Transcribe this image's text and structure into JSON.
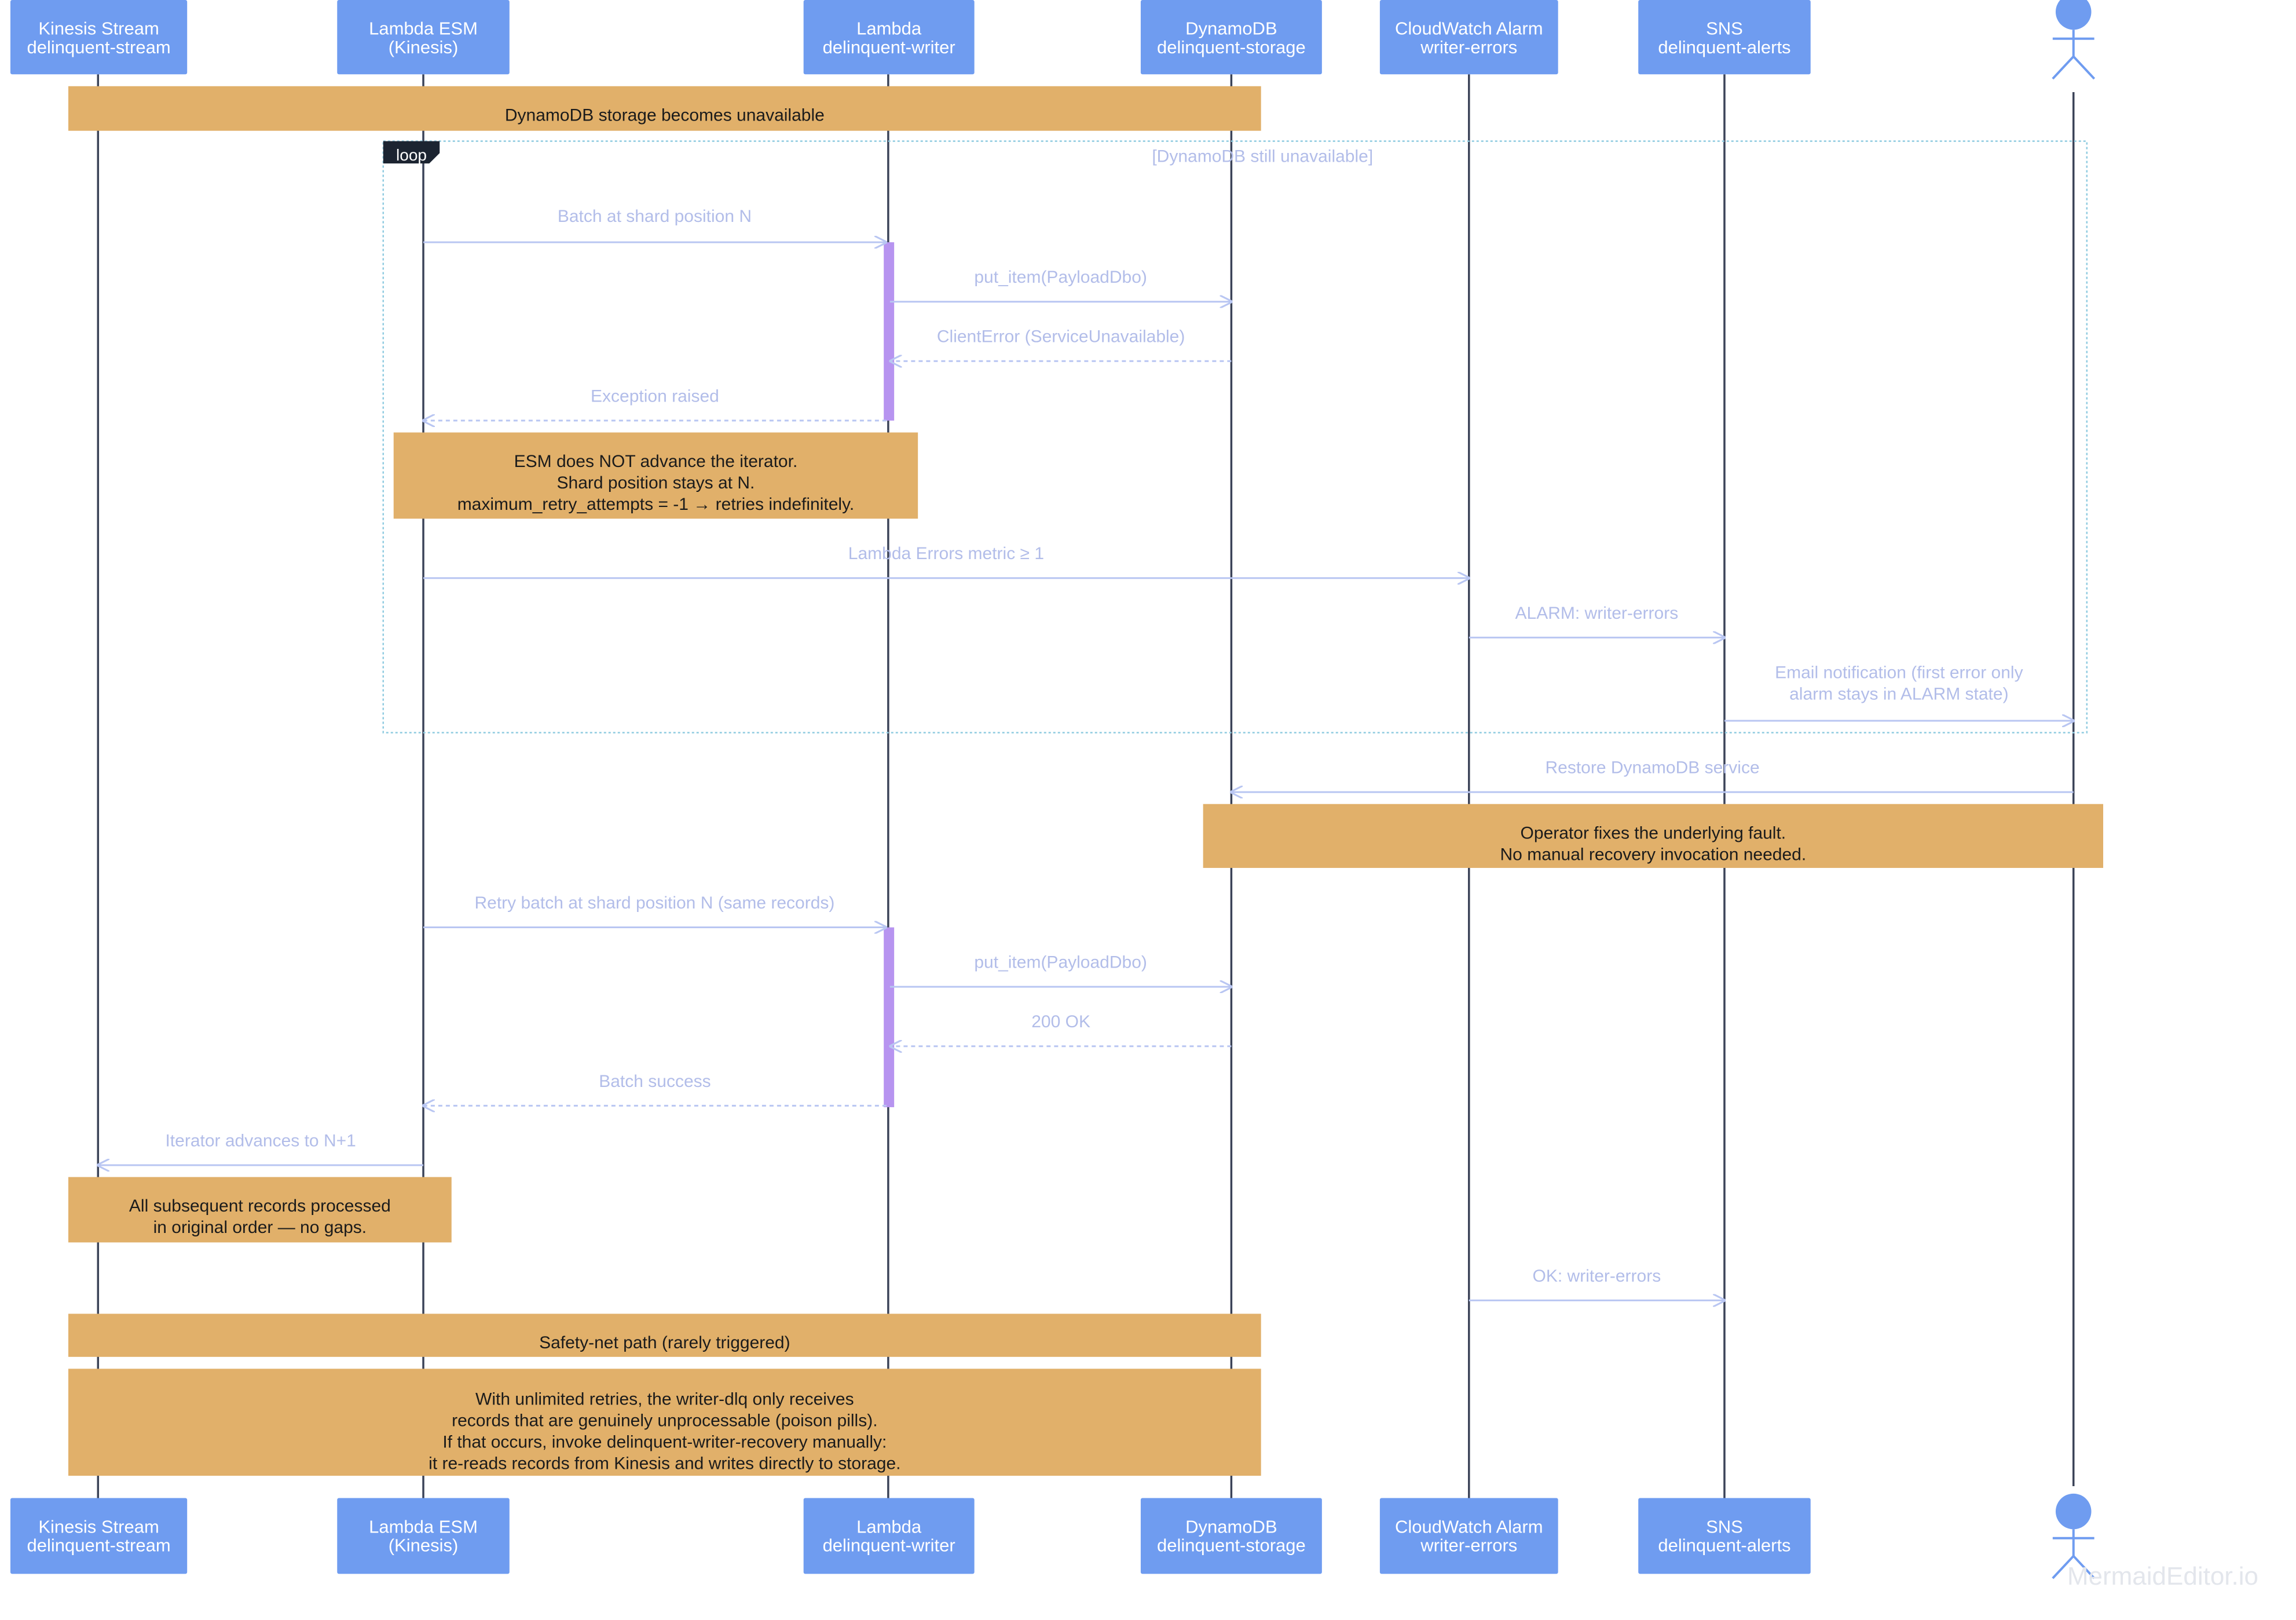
{
  "actors": [
    {
      "id": "kinesis",
      "line1": "Kinesis Stream",
      "line2": "delinquent-stream"
    },
    {
      "id": "esm",
      "line1": "Lambda ESM",
      "line2": "(Kinesis)"
    },
    {
      "id": "lambda",
      "line1": "Lambda",
      "line2": "delinquent-writer"
    },
    {
      "id": "dynamo",
      "line1": "DynamoDB",
      "line2": "delinquent-storage"
    },
    {
      "id": "alarm",
      "line1": "CloudWatch Alarm",
      "line2": "writer-errors"
    },
    {
      "id": "sns",
      "line1": "SNS",
      "line2": "delinquent-alerts"
    }
  ],
  "loop": {
    "label": "loop",
    "condition": "[DynamoDB still unavailable]"
  },
  "notes": {
    "storage_unavailable": [
      "DynamoDB storage becomes unavailable"
    ],
    "esm_no_advance": [
      "ESM does NOT advance the iterator.",
      "Shard position stays at N.",
      "maximum_retry_attempts = -1 → retries indefinitely."
    ],
    "operator_fix": [
      "Operator fixes the underlying fault.",
      "No manual recovery invocation needed."
    ],
    "subsequent": [
      "All subsequent records processed",
      "in original order — no gaps."
    ],
    "safety_net": [
      "Safety-net path (rarely triggered)"
    ],
    "dlq": [
      "With unlimited retries, the writer-dlq only receives",
      "records that are genuinely unprocessable (poison pills).",
      "If that occurs, invoke delinquent-writer-recovery manually:",
      "it re-reads records from Kinesis and writes directly to storage."
    ]
  },
  "messages": {
    "batch_n": [
      "Batch at shard position N"
    ],
    "put_item_1": [
      "put_item(PayloadDbo)"
    ],
    "client_error": [
      "ClientError (ServiceUnavailable)"
    ],
    "exception": [
      "Exception raised"
    ],
    "errors_metric": [
      "Lambda Errors metric ≥ 1"
    ],
    "alarm": [
      "ALARM: writer-errors"
    ],
    "email": [
      "Email notification (first error only",
      "alarm stays in ALARM state)"
    ],
    "restore": [
      "Restore DynamoDB service"
    ],
    "retry": [
      "Retry batch at shard position N (same records)"
    ],
    "put_item_2": [
      "put_item(PayloadDbo)"
    ],
    "ok200": [
      "200 OK"
    ],
    "batch_success": [
      "Batch success"
    ],
    "iterator": [
      "Iterator advances to N+1"
    ],
    "ok_alarm": [
      "OK: writer-errors"
    ]
  },
  "watermark": "MermaidEditor.io",
  "colors": {
    "actor": "#6f9cf0",
    "note": "#e1b06a",
    "activation": "#b794f0",
    "message": "#b9c6f2",
    "lifeline": "#3b4358"
  }
}
